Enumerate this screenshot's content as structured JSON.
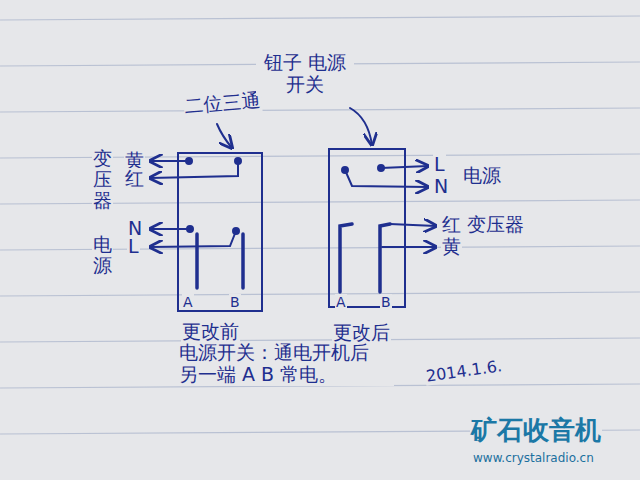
{
  "diagram": {
    "nodes": [
      {
        "text": [
          "A",
          "B",
          "更改前"
        ]
      },
      {
        "text": [
          "A",
          "B",
          "更改后"
        ]
      }
    ],
    "labels": [
      "二位三通",
      "钮子 电源开关",
      "黄",
      "红",
      "变压器",
      "N",
      "L",
      "电源",
      "L",
      "N",
      "电源",
      "红 变压器",
      "黄",
      "电源开关：通电开机后 另一端 A B 常电。",
      "2014.1.6.",
      "矿石收音机",
      "www.crystalradio.cn"
    ]
  }
}
